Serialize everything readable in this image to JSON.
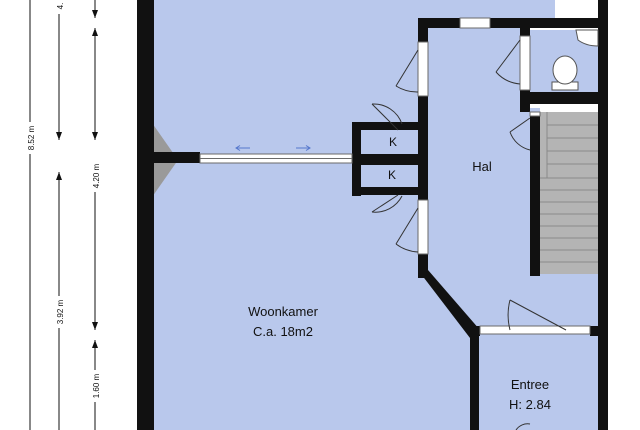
{
  "colors": {
    "floor": "#b9c8ec",
    "wall": "#111111",
    "stairs": "#b4b4b4",
    "background": "#ffffff"
  },
  "rooms": {
    "living_name": "Woonkamer",
    "living_area": "C.a. 18m2",
    "hall": "Hal",
    "entrance_name": "Entree",
    "entrance_height": "H: 2.84",
    "closet_upper": "K",
    "closet_lower": "K"
  },
  "dimensions": {
    "total_height": "8.52 m",
    "lower_height": "3.92 m",
    "upper_height": "4.20 m",
    "bottom_height": "1.60 m",
    "top_cut": "4."
  }
}
